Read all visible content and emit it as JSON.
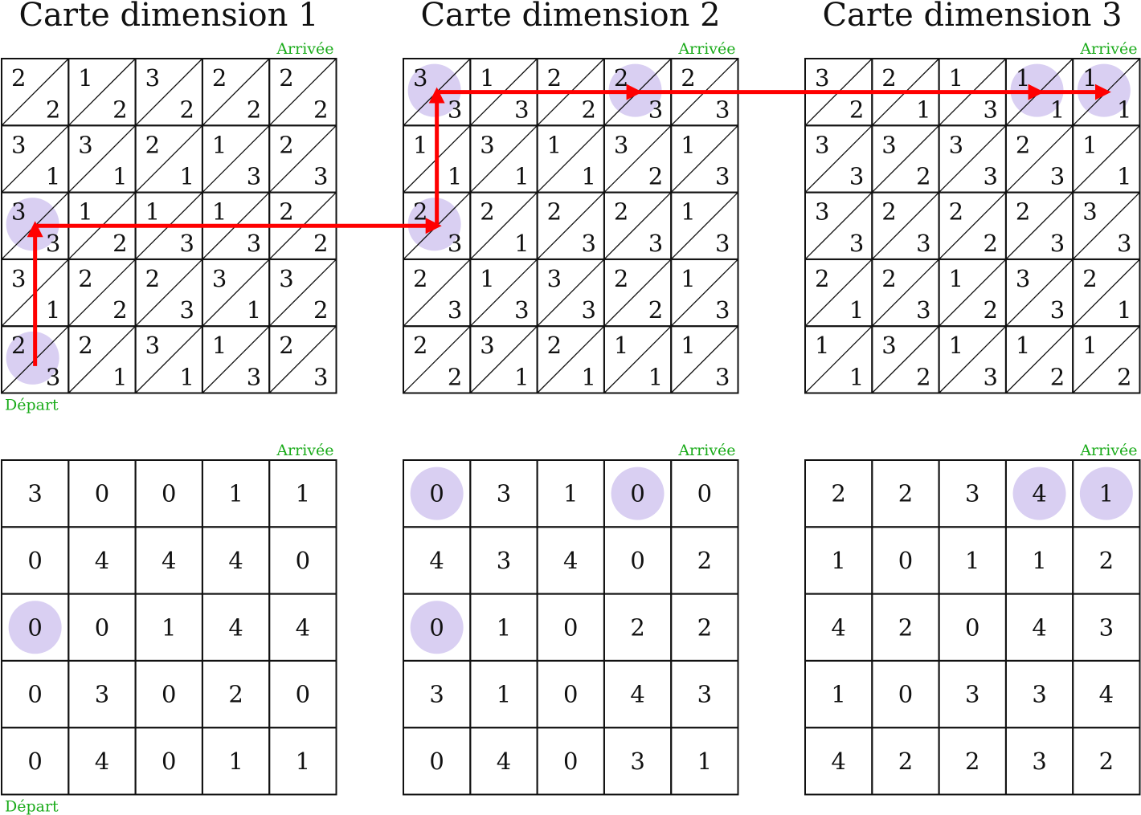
{
  "colors": {
    "highlight": "#d9cff2",
    "arrow": "#ff0000",
    "label_green": "#1aab1a",
    "grid": "#111111"
  },
  "labels": {
    "start": "Départ",
    "end": "Arrivée"
  },
  "maps": [
    {
      "title": "Carte dimension 1",
      "top": [
        [
          [
            2,
            2
          ],
          [
            1,
            2
          ],
          [
            3,
            2
          ],
          [
            2,
            2
          ],
          [
            2,
            2
          ]
        ],
        [
          [
            3,
            1
          ],
          [
            3,
            1
          ],
          [
            2,
            1
          ],
          [
            1,
            3
          ],
          [
            2,
            3
          ]
        ],
        [
          [
            3,
            3
          ],
          [
            1,
            2
          ],
          [
            1,
            3
          ],
          [
            1,
            3
          ],
          [
            2,
            2
          ]
        ],
        [
          [
            3,
            1
          ],
          [
            2,
            2
          ],
          [
            2,
            3
          ],
          [
            3,
            1
          ],
          [
            3,
            2
          ]
        ],
        [
          [
            2,
            3
          ],
          [
            2,
            1
          ],
          [
            3,
            1
          ],
          [
            1,
            3
          ],
          [
            2,
            3
          ]
        ]
      ],
      "bottom": [
        [
          3,
          0,
          0,
          1,
          1
        ],
        [
          0,
          4,
          4,
          4,
          0
        ],
        [
          0,
          0,
          1,
          4,
          4
        ],
        [
          0,
          3,
          0,
          2,
          0
        ],
        [
          0,
          4,
          0,
          1,
          1
        ]
      ],
      "highlights_top": [
        [
          2,
          0
        ],
        [
          4,
          0
        ]
      ],
      "highlights_bottom": [
        [
          2,
          0
        ]
      ],
      "show_start": true
    },
    {
      "title": "Carte dimension 2",
      "top": [
        [
          [
            3,
            3
          ],
          [
            1,
            3
          ],
          [
            2,
            2
          ],
          [
            2,
            3
          ],
          [
            2,
            3
          ]
        ],
        [
          [
            1,
            1
          ],
          [
            3,
            1
          ],
          [
            1,
            1
          ],
          [
            3,
            2
          ],
          [
            1,
            3
          ]
        ],
        [
          [
            2,
            3
          ],
          [
            2,
            1
          ],
          [
            2,
            3
          ],
          [
            2,
            3
          ],
          [
            1,
            3
          ]
        ],
        [
          [
            2,
            3
          ],
          [
            1,
            3
          ],
          [
            3,
            3
          ],
          [
            2,
            2
          ],
          [
            1,
            3
          ]
        ],
        [
          [
            2,
            2
          ],
          [
            3,
            1
          ],
          [
            2,
            1
          ],
          [
            1,
            1
          ],
          [
            1,
            3
          ]
        ]
      ],
      "bottom": [
        [
          0,
          3,
          1,
          0,
          0
        ],
        [
          4,
          3,
          4,
          0,
          2
        ],
        [
          0,
          1,
          0,
          2,
          2
        ],
        [
          3,
          1,
          0,
          4,
          3
        ],
        [
          0,
          4,
          0,
          3,
          1
        ]
      ],
      "highlights_top": [
        [
          0,
          0
        ],
        [
          2,
          0
        ],
        [
          0,
          3
        ]
      ],
      "highlights_bottom": [
        [
          0,
          0
        ],
        [
          0,
          3
        ],
        [
          2,
          0
        ]
      ],
      "show_start": false
    },
    {
      "title": "Carte dimension 3",
      "top": [
        [
          [
            3,
            2
          ],
          [
            2,
            1
          ],
          [
            1,
            3
          ],
          [
            1,
            1
          ],
          [
            1,
            1
          ]
        ],
        [
          [
            3,
            3
          ],
          [
            3,
            2
          ],
          [
            3,
            3
          ],
          [
            2,
            3
          ],
          [
            1,
            1
          ]
        ],
        [
          [
            3,
            3
          ],
          [
            2,
            3
          ],
          [
            2,
            2
          ],
          [
            2,
            3
          ],
          [
            3,
            3
          ]
        ],
        [
          [
            2,
            1
          ],
          [
            2,
            3
          ],
          [
            1,
            2
          ],
          [
            3,
            3
          ],
          [
            2,
            1
          ]
        ],
        [
          [
            1,
            1
          ],
          [
            3,
            2
          ],
          [
            1,
            3
          ],
          [
            1,
            2
          ],
          [
            1,
            2
          ]
        ]
      ],
      "bottom": [
        [
          2,
          2,
          3,
          4,
          1
        ],
        [
          1,
          0,
          1,
          1,
          2
        ],
        [
          4,
          2,
          0,
          4,
          3
        ],
        [
          1,
          0,
          3,
          3,
          4
        ],
        [
          4,
          2,
          2,
          3,
          2
        ]
      ],
      "highlights_top": [
        [
          0,
          3
        ],
        [
          0,
          4
        ]
      ],
      "highlights_bottom": [
        [
          0,
          3
        ],
        [
          0,
          4
        ]
      ],
      "show_start": false
    }
  ],
  "path": [
    [
      0,
      4,
      0
    ],
    [
      0,
      2,
      0
    ],
    [
      1,
      2,
      0
    ],
    [
      1,
      0,
      0
    ],
    [
      1,
      0,
      3
    ],
    [
      2,
      0,
      3
    ],
    [
      2,
      0,
      4
    ]
  ]
}
